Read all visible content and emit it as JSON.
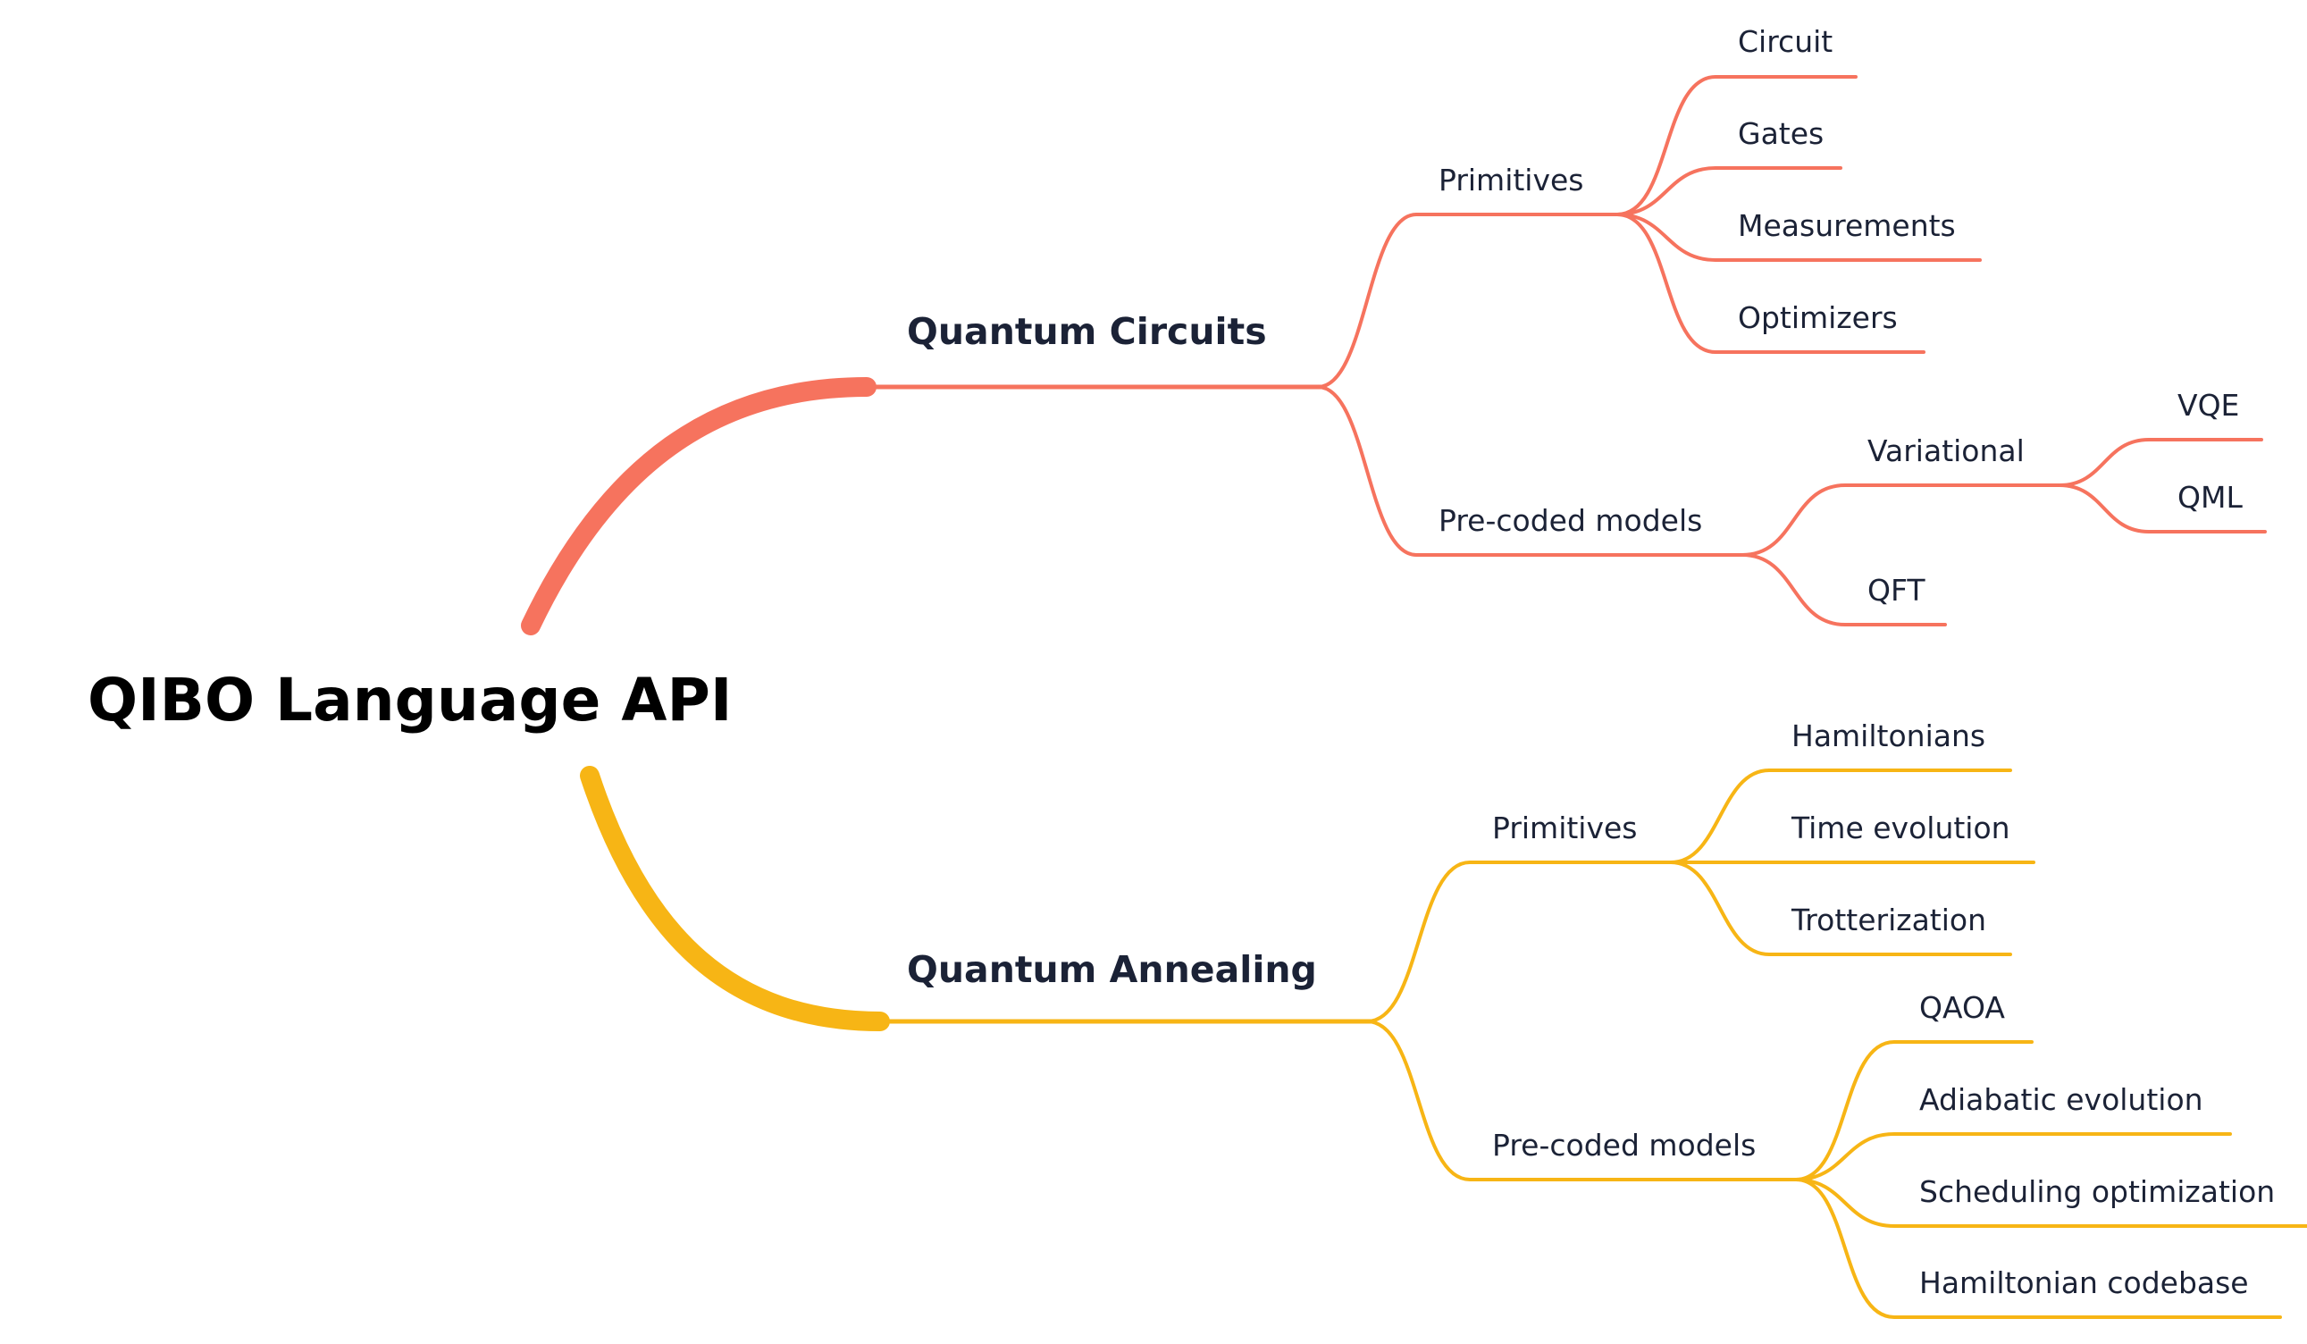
{
  "colors": {
    "circuits_branch": "#f6735e",
    "annealing_branch": "#f7b515",
    "text": "#1b2236",
    "root_text": "#000000"
  },
  "root": {
    "label": "QIBO Language API"
  },
  "circuits": {
    "label": "Quantum Circuits",
    "primitives": {
      "label": "Primitives",
      "items": [
        "Circuit",
        "Gates",
        "Measurements",
        "Optimizers"
      ]
    },
    "precoded": {
      "label": "Pre-coded models",
      "variational": {
        "label": "Variational",
        "items": [
          "VQE",
          "QML"
        ]
      },
      "qft": "QFT"
    }
  },
  "annealing": {
    "label": "Quantum Annealing",
    "primitives": {
      "label": "Primitives",
      "items": [
        "Hamiltonians",
        "Time evolution",
        "Trotterization"
      ]
    },
    "precoded": {
      "label": "Pre-coded models",
      "items": [
        "QAOA",
        "Adiabatic evolution",
        "Scheduling optimization",
        "Hamiltonian codebase"
      ]
    }
  }
}
